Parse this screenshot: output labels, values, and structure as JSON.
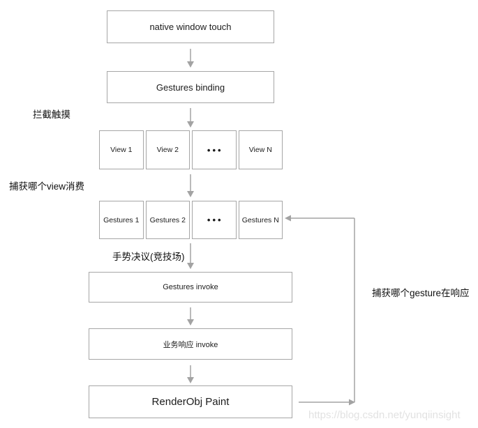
{
  "diagram": {
    "title_hint": "gesture handling flow",
    "boxes": [
      {
        "id": "native-window-touch",
        "label": "native window touch"
      },
      {
        "id": "gestures-binding",
        "label": "Gestures binding"
      },
      {
        "id": "gestures-invoke",
        "label": "Gestures invoke"
      },
      {
        "id": "business-invoke",
        "label": "业务响应 invoke"
      },
      {
        "id": "renderobj-paint",
        "label": "RenderObj Paint"
      }
    ],
    "rows": [
      {
        "id": "views",
        "cells": [
          "View 1",
          "View 2",
          "•••",
          "View N"
        ]
      },
      {
        "id": "gestures",
        "cells": [
          "Gestures 1",
          "Gestures 2",
          "•••",
          "Gestures N"
        ]
      }
    ],
    "annotations": {
      "intercept_touch": "拦截触摸",
      "capture_view": "捕获哪个view消费",
      "gesture_arena": "手势决议(竞技场)",
      "capture_gesture": "捕获哪个gesture在响应"
    },
    "watermark": "https://blog.csdn.net/yunqiinsight",
    "colors": {
      "background": "#ffffff",
      "box_border": "#a6a6a6",
      "arrow": "#a3a3a3",
      "text": "#1c1c1c",
      "watermark": "#e2e2e2"
    }
  }
}
